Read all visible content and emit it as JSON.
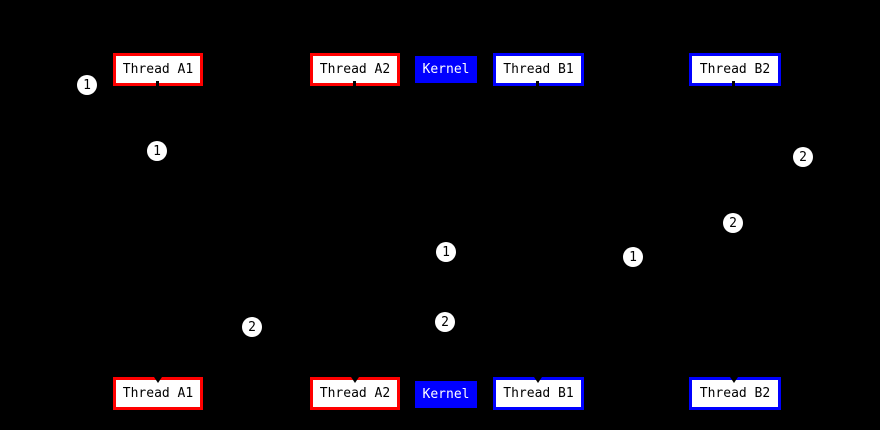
{
  "diagram": {
    "background": "#000000",
    "colors": {
      "thread_a_border": "#ff0000",
      "thread_b_border": "#0000ff",
      "kernel_fill": "#0000ff",
      "box_fill": "#ffffff",
      "box_text": "#000000",
      "kernel_text": "#ffffff",
      "marker_fill": "#ffffff",
      "marker_text": "#000000"
    },
    "entities_top": [
      {
        "label": "Thread A1"
      },
      {
        "label": "Thread A2"
      },
      {
        "label": "Kernel"
      },
      {
        "label": "Thread B1"
      },
      {
        "label": "Thread B2"
      }
    ],
    "entities_bottom": [
      {
        "label": "Thread A1"
      },
      {
        "label": "Thread A2"
      },
      {
        "label": "Kernel"
      },
      {
        "label": "Thread B1"
      },
      {
        "label": "Thread B2"
      }
    ],
    "markers": [
      {
        "label": "1"
      },
      {
        "label": "1"
      },
      {
        "label": "2"
      },
      {
        "label": "2"
      },
      {
        "label": "1"
      },
      {
        "label": "1"
      },
      {
        "label": "2"
      },
      {
        "label": "2"
      }
    ]
  }
}
